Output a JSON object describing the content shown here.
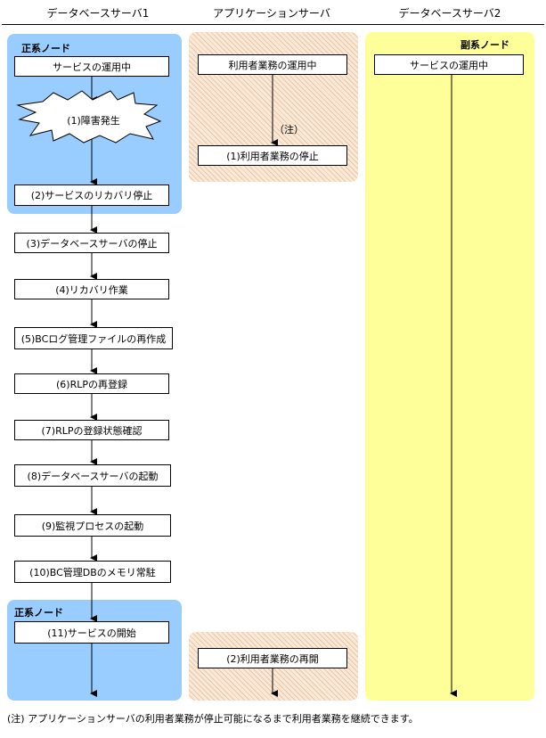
{
  "headers": {
    "db1": "データベースサーバ1",
    "app": "アプリケーションサーバ",
    "db2": "データベースサーバ2"
  },
  "labels": {
    "primary_top": "正系ノード",
    "primary_bottom": "正系ノード",
    "secondary": "副系ノード",
    "note_mark": "（注）"
  },
  "db1_steps": {
    "service_running": "サービスの運用中",
    "s1": "(1)障害発生",
    "s2": "(2)サービスのリカバリ停止",
    "s3": "(3)データベースサーバの停止",
    "s4": "(4)リカバリ作業",
    "s5": "(5)BCログ管理ファイルの再作成",
    "s6": "(6)RLPの再登録",
    "s7": "(7)RLPの登録状態確認",
    "s8": "(8)データベースサーバの起動",
    "s9": "(9)監視プロセスの起動",
    "s10": "(10)BC管理DBのメモリ常駐",
    "s11": "(11)サービスの開始"
  },
  "app_steps": {
    "running": "利用者業務の運用中",
    "s1": "(1)利用者業務の停止",
    "s2": "(2)利用者業務の再開"
  },
  "db2_steps": {
    "running": "サービスの運用中"
  },
  "footnote": "(注) アプリケーションサーバの利用者業務が停止可能になるまで利用者業務を継続できます。",
  "colors": {
    "primary_panel": "#99ccff",
    "app_panel": "#fbe9d8",
    "secondary_panel": "#ffff99"
  }
}
